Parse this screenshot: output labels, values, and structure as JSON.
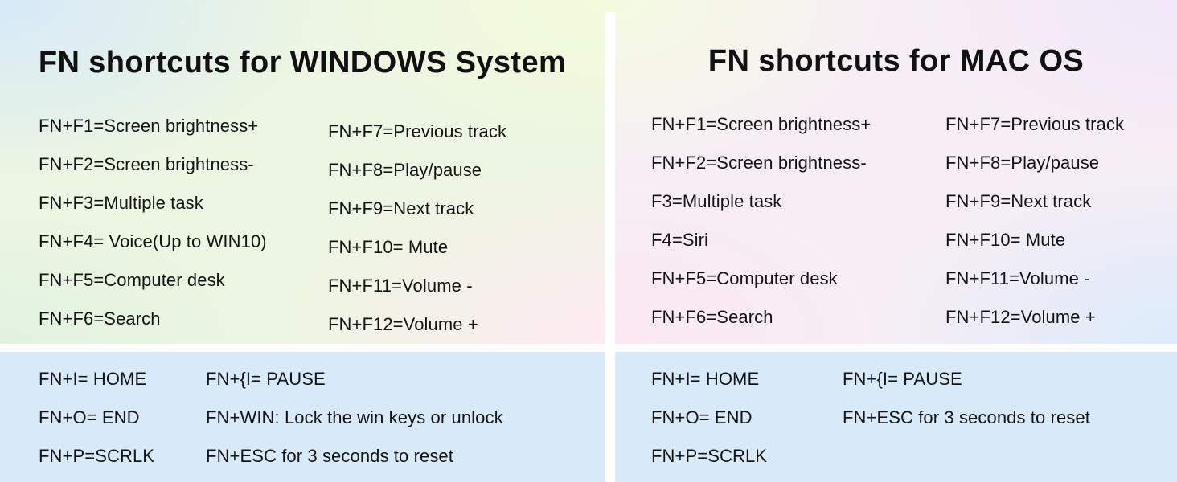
{
  "colors": {
    "bottom_section_bg": "#d8eafa",
    "divider": "#ffffff",
    "text": "#141414",
    "windows_panel_corner_colors": [
      "#d6e9f8",
      "#f2fbda",
      "#e2f2e2",
      "#feeaf2"
    ],
    "mac_panel_corner_colors": [
      "#f4fbe1",
      "#f1e8f9",
      "#fce8f1",
      "#dcebfb"
    ]
  },
  "windows": {
    "title": "FN shortcuts for WINDOWS System",
    "fn_col1": [
      "FN+F1=Screen brightness+",
      "FN+F2=Screen brightness-",
      "FN+F3=Multiple task",
      "FN+F4= Voice(Up to WIN10)",
      "FN+F5=Computer desk",
      "FN+F6=Search"
    ],
    "fn_col2": [
      "FN+F7=Previous track",
      "FN+F8=Play/pause",
      "FN+F9=Next track",
      "FN+F10= Mute",
      "FN+F11=Volume -",
      "FN+F12=Volume +"
    ],
    "extra_col1": [
      "FN+I= HOME",
      "FN+O= END",
      "FN+P=SCRLK"
    ],
    "extra_col2": [
      "FN+{I= PAUSE",
      "FN+WIN: Lock the win keys or unlock",
      "FN+ESC for 3 seconds to reset"
    ]
  },
  "mac": {
    "title": "FN shortcuts for MAC OS",
    "fn_col1": [
      "FN+F1=Screen brightness+",
      "FN+F2=Screen brightness-",
      "F3=Multiple task",
      "F4=Siri",
      "FN+F5=Computer desk",
      "FN+F6=Search"
    ],
    "fn_col2": [
      "FN+F7=Previous track",
      "FN+F8=Play/pause",
      "FN+F9=Next track",
      "FN+F10= Mute",
      "FN+F11=Volume -",
      "FN+F12=Volume +"
    ],
    "extra_col1": [
      "FN+I= HOME",
      "FN+O= END",
      "FN+P=SCRLK"
    ],
    "extra_col2": [
      "FN+{I= PAUSE",
      "FN+ESC for 3 seconds to reset"
    ]
  }
}
